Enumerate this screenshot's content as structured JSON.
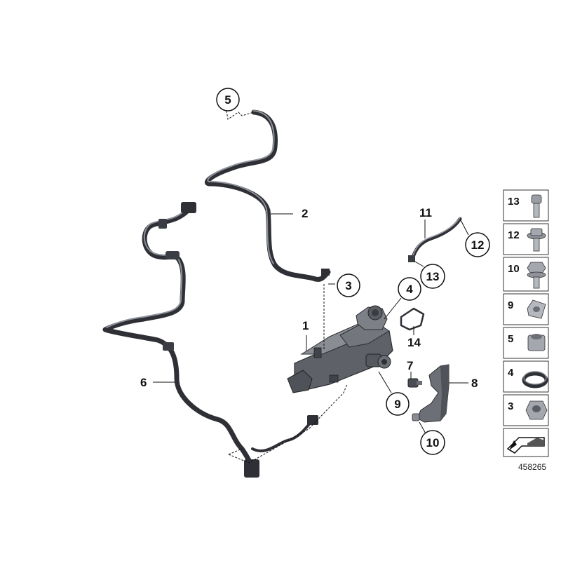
{
  "callouts": {
    "1": "1",
    "2": "2",
    "3": "3",
    "4": "4",
    "5": "5",
    "6": "6",
    "7": "7",
    "8": "8",
    "9": "9",
    "10": "10",
    "11": "11",
    "12": "12",
    "13": "13",
    "14": "14"
  },
  "legend": {
    "items": [
      {
        "label": "13",
        "icon": "bolt-icon"
      },
      {
        "label": "12",
        "icon": "flange-bolt-icon"
      },
      {
        "label": "10",
        "icon": "hex-bolt-icon"
      },
      {
        "label": "9",
        "icon": "clip-nut-icon"
      },
      {
        "label": "5",
        "icon": "self-locking-nut-icon"
      },
      {
        "label": "4",
        "icon": "seal-ring-icon"
      },
      {
        "label": "3",
        "icon": "hex-nut-icon"
      }
    ]
  },
  "diagram_ref": "458265",
  "colors": {
    "hose": "#3b3d44",
    "hose_highlight": "#8a8d96",
    "body": "#6c6f76",
    "line": "#111111"
  }
}
